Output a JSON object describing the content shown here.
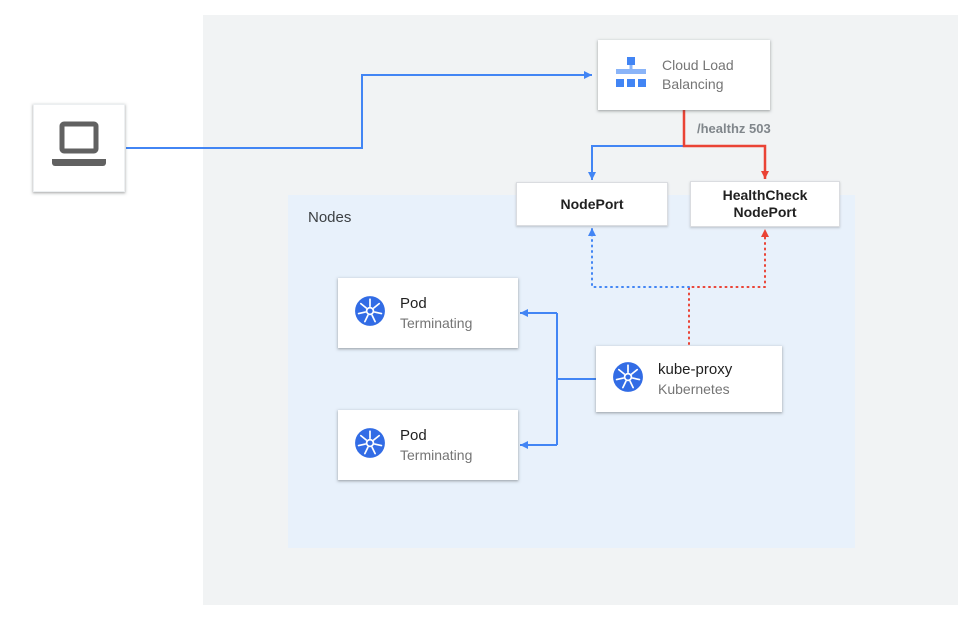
{
  "colors": {
    "blue": "#4285F4",
    "red": "#EA4335",
    "background_gray": "#F1F3F4",
    "nodes_panel_blue": "#E8F1FB",
    "kubernetes_blue": "#326CE5",
    "icon_gray": "#616161"
  },
  "icons": {
    "client": "laptop-icon",
    "load_balancer": "load-balancer-icon",
    "pods": "kubernetes-helm-icon",
    "kube_proxy": "kubernetes-helm-icon"
  },
  "load_balancer": {
    "label": "Cloud Load Balancing"
  },
  "edge_label": {
    "text": "/healthz 503"
  },
  "node_port": {
    "label": "NodePort"
  },
  "health_check_node_port": {
    "label": "HealthCheck NodePort"
  },
  "nodes_panel": {
    "label": "Nodes"
  },
  "pods": [
    {
      "title": "Pod",
      "subtitle": "Terminating"
    },
    {
      "title": "Pod",
      "subtitle": "Terminating"
    }
  ],
  "kube_proxy": {
    "title": "kube-proxy",
    "subtitle": "Kubernetes"
  }
}
